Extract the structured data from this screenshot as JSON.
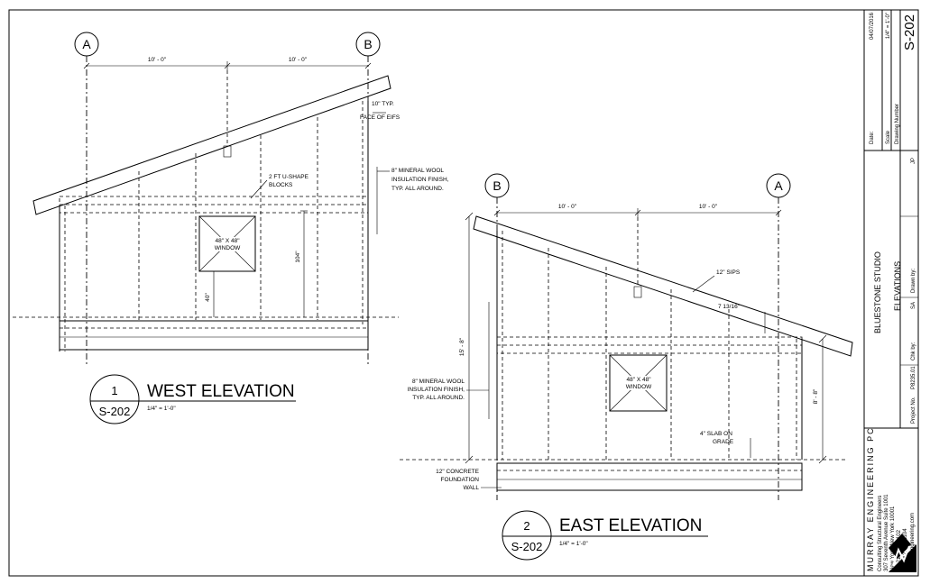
{
  "grid": {
    "a": "A",
    "b": "B"
  },
  "dims": {
    "ten_ft": "10' - 0\"",
    "ten_in_typ": "10\" TYP.",
    "h104": "104\"",
    "h40": "40\"",
    "h15_8": "15' - 8\"",
    "h8_8": "8' - 8\"",
    "pitch": "7 13/16\""
  },
  "notes": {
    "face_eifs": "FACE OF EIFS",
    "mineral_1": "8\" MINERAL WOOL",
    "mineral_2": "INSULATION FINISH,",
    "mineral_3": "TYP. ALL AROUND.",
    "ushape_1": "2 FT U-SHAPE",
    "ushape_2": "BLOCKS",
    "window_1": "48\" X 48\"",
    "window_2": "WINDOW",
    "sips": "12\" SIPS",
    "slab_1": "4\" SLAB ON",
    "slab_2": "GRADE",
    "conc_1": "12\" CONCRETE",
    "conc_2": "FOUNDATION",
    "conc_3": "WALL"
  },
  "views": [
    {
      "number": "1",
      "sheet": "S-202",
      "title": "WEST ELEVATION",
      "scale": "1/4\" = 1'-0\""
    },
    {
      "number": "2",
      "sheet": "S-202",
      "title": "EAST ELEVATION",
      "scale": "1/4\" = 1'-0\""
    }
  ],
  "titleblock": {
    "firm": "MURRAY ENGINEERING PC",
    "firm_sub": "Consulting Structural Engineers",
    "address_1": "307 Seventh Avenue Suite 1001",
    "address_2": "New York, New York 10001",
    "tel": "tel: 212.741.1102",
    "fax": "fax: 212.741.1104",
    "web": "murray-engineering.com",
    "project": "BLUESTONE STUDIO",
    "sheet_title": "ELEVATIONS",
    "date_label": "Date:",
    "date": "04/07/2016",
    "scale_label": "Scale",
    "scale": "1/4\" = 1'-0\"",
    "drawing_number_label": "Drawing Number",
    "drawing_number": "S-202",
    "project_no_label": "Project No.",
    "project_no": "P8235.01",
    "chk_label": "Chk by:",
    "chk": "SA",
    "drawn_label": "Drawn by:",
    "drawn": "JP"
  }
}
